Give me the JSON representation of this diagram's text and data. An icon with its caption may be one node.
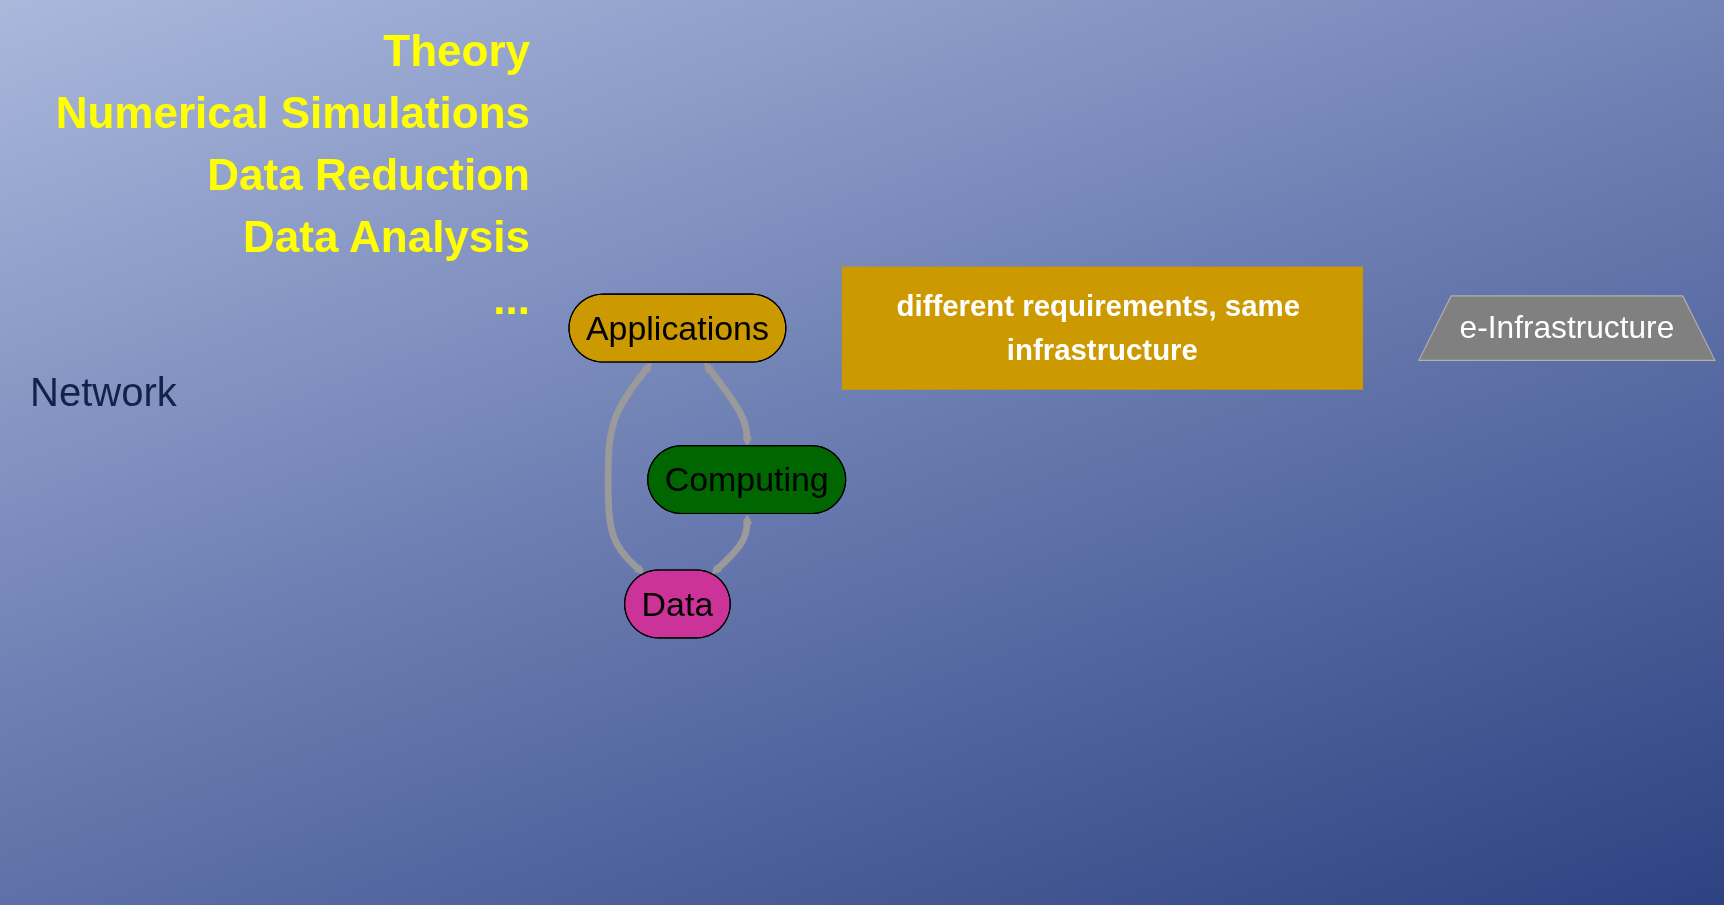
{
  "diagram": {
    "nodes": [
      {
        "text": [
          "Applications"
        ]
      },
      {
        "text": [
          "different requirements, same infrastructure"
        ]
      },
      {
        "text": [
          "e-Infrastructure"
        ]
      },
      {
        "text": [
          "Computing"
        ]
      },
      {
        "text": [
          "Data"
        ]
      }
    ],
    "edges": [
      {
        "from": 0,
        "to": 3,
        "arrow": "both"
      },
      {
        "from": 0,
        "to": 4,
        "arrow": "both"
      },
      {
        "from": 3,
        "to": 4,
        "arrow": "both"
      }
    ],
    "labels": [
      "Theory",
      "Numerical Simulations",
      "Data Reduction",
      "Data Analysis",
      "...",
      "Network"
    ]
  }
}
